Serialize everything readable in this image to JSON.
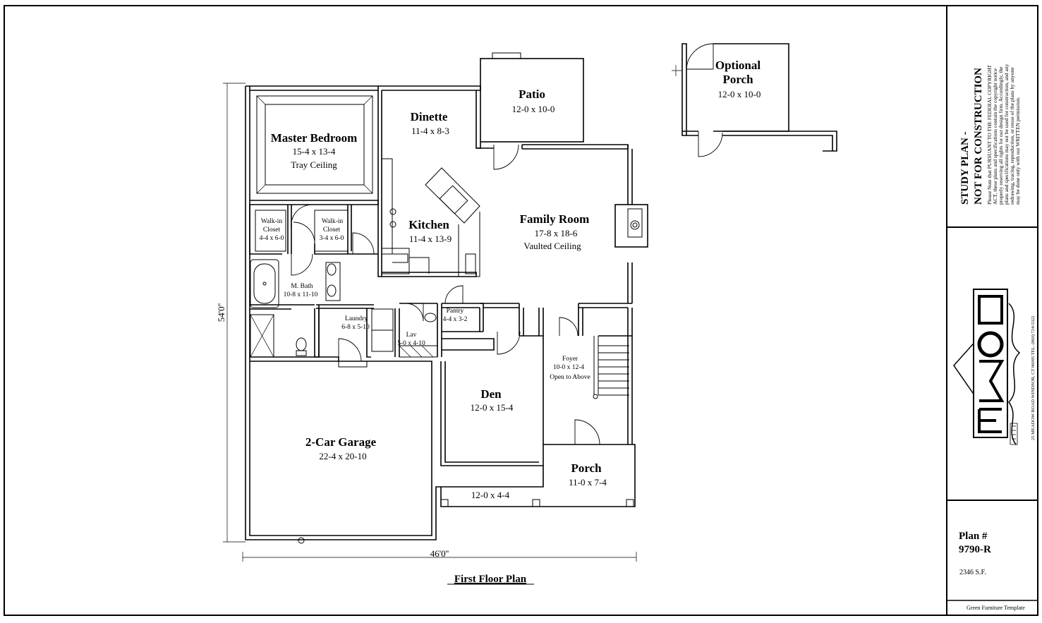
{
  "plan_title": "First Floor Plan",
  "dimensions": {
    "width": "46'0''",
    "depth": "54'0''"
  },
  "rooms": {
    "master_bedroom": {
      "name": "Master Bedroom",
      "size": "15-4 x 13-4",
      "note": "Tray Ceiling"
    },
    "dinette": {
      "name": "Dinette",
      "size": "11-4 x 8-3"
    },
    "patio": {
      "name": "Patio",
      "size": "12-0 x 10-0"
    },
    "kitchen": {
      "name": "Kitchen",
      "size": "11-4 x 13-9"
    },
    "family_room": {
      "name": "Family Room",
      "size": "17-8 x 18-6",
      "note": "Vaulted Ceiling"
    },
    "walk_in_closet_1": {
      "name1": "Walk-in",
      "name2": "Closet",
      "size": "4-4 x 6-0"
    },
    "walk_in_closet_2": {
      "name1": "Walk-in",
      "name2": "Closet",
      "size": "3-4 x 6-0"
    },
    "master_bath": {
      "name": "M. Bath",
      "size": "10-8 x 11-10"
    },
    "laundry": {
      "name": "Laundry",
      "size": "6-8 x 5-10"
    },
    "pantry": {
      "name": "Pantry",
      "size": "4-4 x 3-2"
    },
    "lav": {
      "name": "Lav",
      "size": "5-0 x 4-10"
    },
    "foyer": {
      "name": "Foyer",
      "size": "10-0 x 12-4",
      "note": "Open to Above"
    },
    "den": {
      "name": "Den",
      "size": "12-0 x 15-4"
    },
    "garage": {
      "name": "2-Car Garage",
      "size": "22-4 x 20-10"
    },
    "porch": {
      "name": "Porch",
      "size": "11-0 x 7-4"
    },
    "walkway": {
      "size": "12-0 x 4-4"
    },
    "optional_porch": {
      "name1": "Optional",
      "name2": "Porch",
      "size": "12-0 x 10-0"
    }
  },
  "title_block": {
    "study_line1": "STUDY PLAN -",
    "study_line2": "NOT FOR CONSTRUCTION",
    "notice_lines": [
      "Please Note that PURSUANT TO THE FEDERAL COPYRIGHT",
      "ACT, these plans and specifications contain the copyright notice",
      "properly reserving all rights for our design firm. Accordingly, the",
      "plans and specifications may not be used for construction, and any",
      "redrawing, tracing, reproduction, or reuse of the plans by anyone",
      "may be done only with our WRITTEN permission."
    ],
    "company_address": "25 MEADOW ROAD     WINDSOR, CT 06095     TEL. (860) 724-5322",
    "plan_label": "Plan #",
    "plan_number": "9790-R",
    "square_feet": "2346 S.F.",
    "template_note": "Green Furniture Template"
  }
}
